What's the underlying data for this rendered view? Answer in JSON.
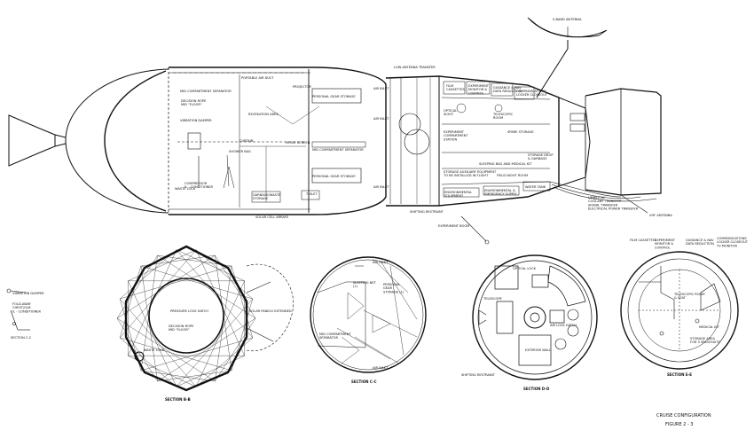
{
  "caption": {
    "line1": "CRUISE CONFIGURATION",
    "line2": "FIGURE 2 - 3"
  },
  "labels": {
    "antenna_top": "S-BAND ANTENNA",
    "portable_air_duct": "PORTABLE AIR DUCT",
    "projector": "PROJECTOR",
    "low_antenna_transfer": "LOW ANTENNA TRANSFER",
    "mid_separator_top": "MID COMPARTMENT SEPARATOR",
    "decision_rope": "DECISION ROPE\nMID \"FLOOR\"",
    "vibration_damper": "VIBRATION DAMPER",
    "recreation_area": "RECREATION AREA",
    "personal_quarters_1": "PERSONAL GEAR STORAGE",
    "movie_screen": "MOVIE SCREEN",
    "curtain": "CURTAIN",
    "shower_bag": "SHOWER BAG",
    "mid_separator_bottom": "MID COMPARTMENT SEPARATOR",
    "personal_quarters_2": "PERSONAL GEAR STORAGE",
    "compressor": "COMPRESSOR\nIL - CONDITIONER",
    "waste_lock": "WASTE LOCK",
    "garbage_storage": "GARBAGE/WASTE\nSTORAGE",
    "toilet": "TOILET",
    "solar_cell_arrays": "SOLAR CELL ARRAYS",
    "air_inlet_1": "AIR INLET",
    "air_inlet_2": "AIR INLET",
    "air_inlet_3": "AIR INLET",
    "film_cassettes": "FILM\nCASSETTES",
    "experiment_monitor": "EXPERIMENT\nMONITOR &\nCONTROL",
    "guidance_nav": "GUIDANCE & NAV\nDATA REDUCTION",
    "communications": "COMMUNICATIONS\nLOCKER CLOSEOUT",
    "optical_sight": "OPTICAL\nSIGHT",
    "telescopic_room": "TELESCOPIC\nROOM",
    "experiment_compartment": "EXPERIMENT\nCOMPARTMENT\nSTATION",
    "spare_storage": "SPARE STORAGE",
    "storage_drop": "STORAGE DROP\n& GARBAGE",
    "sleeping_bag": "SLEEPING BAG AND MEDICAL KIT",
    "storage_auxiliary": "STORAGE AUXILIARY EQUIPMENT\nTO BE INSTALLED IN FLIGHT",
    "field_night_room": "FIELD NIGHT ROOM",
    "environmental_1": "ENVIRONMENTAL\nEQUIPMENT",
    "environmental_2": "ENVIRONMENTAL &\nEMERGENCY SUPPLY",
    "water_tank": "WATER TANK",
    "umbilical": "UMBILICAL\nCOOLANT TRANSFER\nSIGNAL TRANSFER\nELECTRICAL POWER TRANSFER",
    "vhf_antenna": "VHF ANTENNA",
    "shifting_restraint_1": "SHIFTING RESTRAINT",
    "experiment_boom": "EXPERIMENT BOOM",
    "b_vibration_damper": "VIBRATION DAMPER",
    "b_fold_away": "FOLD-AWAY\nCHEST/GLB\nIL - CONDITIONER",
    "b_section_cc": "SECTION C-C",
    "bb_label_center": "PRESSURE LOCK HATCH",
    "bb_label_decision": "DECISION ROPE\nMID \"FLOOR\"",
    "bb_waste_lock": "WASTE LOCK",
    "bb_solar": "SOLAR PANELS EXTENDED",
    "sec_bb": "SECTION B-B",
    "cc_air_inlet": "AIR INLET",
    "cc_sleeping_net": "SLEEPING NET\n(1)",
    "cc_personal": "PERSONAL\nGEAR\nSTORAGE (1)",
    "cc_mid_sep": "MID COMPARTMENT\nSEPARATOR",
    "cc_air_inlet_bottom": "AIR INLET",
    "sec_cc": "SECTION C-C",
    "dd_optical": "OPTICAL LOCK",
    "dd_telescope": "TELESCOPE",
    "dd_airlock": "AIR LOCK HATCH",
    "dd_exterior": "EXTERIOR WALL",
    "dd_shifting": "SHIFTING RESTRAINT",
    "sec_dd": "SECTION D-D",
    "ee_film": "FILM CASSETTES",
    "ee_experiment": "EXPERIMENT\nMONITOR &\nCONTROL",
    "ee_guidance": "GUIDANCE & NAV\nDATA REDUCTION",
    "ee_comm": "COMMUNICATIONS\nLOCKER CLOSEOUT\nTV MONITOR",
    "ee_telescopic": "TELESCOPIC ROOM\n& SEAT",
    "ee_medical": "MEDICAL KIT",
    "ee_storage": "STORAGE AREA\nFOR 3 SPACESUITS",
    "sec_ee": "SECTION E-E"
  }
}
